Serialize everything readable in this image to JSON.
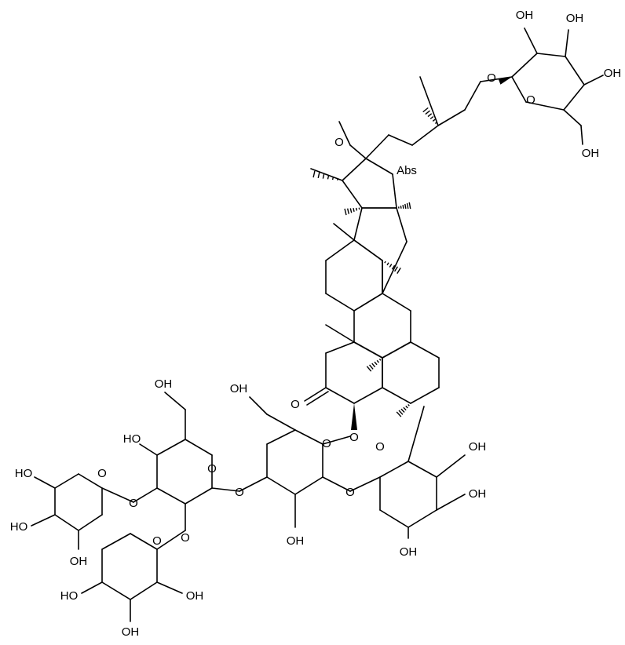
{
  "structure": {
    "atom_labels": {
      "oh": "OH",
      "ho": "HO",
      "o": "O",
      "abs": "Abs"
    },
    "colors": {
      "ink": "#000000",
      "background": "#ffffff"
    }
  }
}
